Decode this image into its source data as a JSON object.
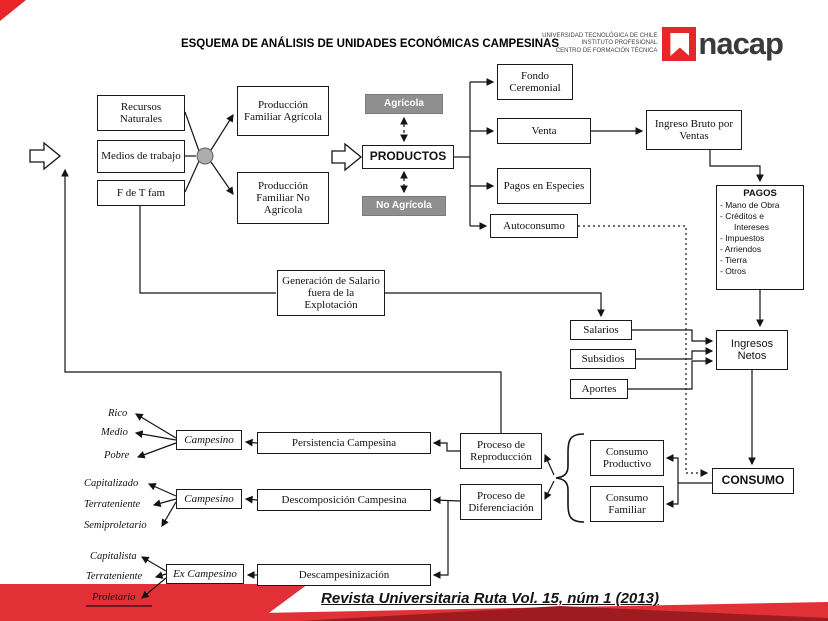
{
  "slide": {
    "title": "ESQUEMA DE ANÁLISIS DE UNIDADES ECONÓMICAS CAMPESINAS",
    "footer": "Revista Universitaria Ruta Vol. 15, núm 1 (2013)",
    "accent_red": "#e8262a",
    "gray_box": "#8f8f8f"
  },
  "logo": {
    "lines": [
      "UNIVERSIDAD TECNOLÓGICA DE CHILE",
      "INSTITUTO PROFESIONAL",
      "CENTRO DE FORMACIÓN TÉCNICA"
    ],
    "wordmark": "nacap"
  },
  "icons": {
    "flow_input": "open-right-arrow",
    "flow_products": "open-right-arrow",
    "junction": "gray-circle",
    "grouping": "curly-brace"
  },
  "nodes": {
    "recursos": "Recursos Naturales",
    "medios": "Medios de trabajo",
    "ftfam": "F de T fam",
    "prod_agricola": "Producción Familiar Agrícola",
    "prod_no_agricola": "Producción Familiar No Agrícola",
    "agricola_tag": "Agrícola",
    "no_agricola_tag": "No Agrícola",
    "productos": "PRODUCTOS",
    "fondo_ceremonial": "Fondo Ceremonial",
    "venta": "Venta",
    "pagos_especies": "Pagos en Especies",
    "autoconsumo": "Autoconsumo",
    "ingreso_bruto": "Ingreso Bruto por Ventas",
    "ingresos_netos": "Ingresos Netos",
    "generacion_salario": "Generación de Salario fuera de la Explotación",
    "salarios": "Salarios",
    "subsidios": "Subsidios",
    "aportes": "Aportes",
    "consumo": "CONSUMO",
    "consumo_productivo": "Consumo Productivo",
    "consumo_familiar": "Consumo Familiar",
    "proceso_reproduccion": "Proceso de Reproducción",
    "proceso_diferenciacion": "Proceso de Diferenciación",
    "persistencia": "Persistencia  Campesina",
    "descomposicion": "Descomposición  Campesina",
    "descampesinizacion": "Descampesinización",
    "campesino_1": "Campesino",
    "campesino_2": "Campesino",
    "ex_campesino": "Ex Campesino"
  },
  "pagos_box": {
    "title": "PAGOS",
    "items": [
      "- Mano de Obra",
      "- Créditos e",
      "Intereses",
      "- Impuestos",
      "- Arriendos",
      "- Tierra",
      "- Otros"
    ]
  },
  "classes": {
    "persistencia": [
      "Rico",
      "Medio",
      "Pobre"
    ],
    "descomposicion": [
      "Capitalizado",
      "Terrateniente",
      "Semiproletario"
    ],
    "descampesinizacion": [
      "Capitalista",
      "Terrateniente",
      "Proletario"
    ]
  }
}
